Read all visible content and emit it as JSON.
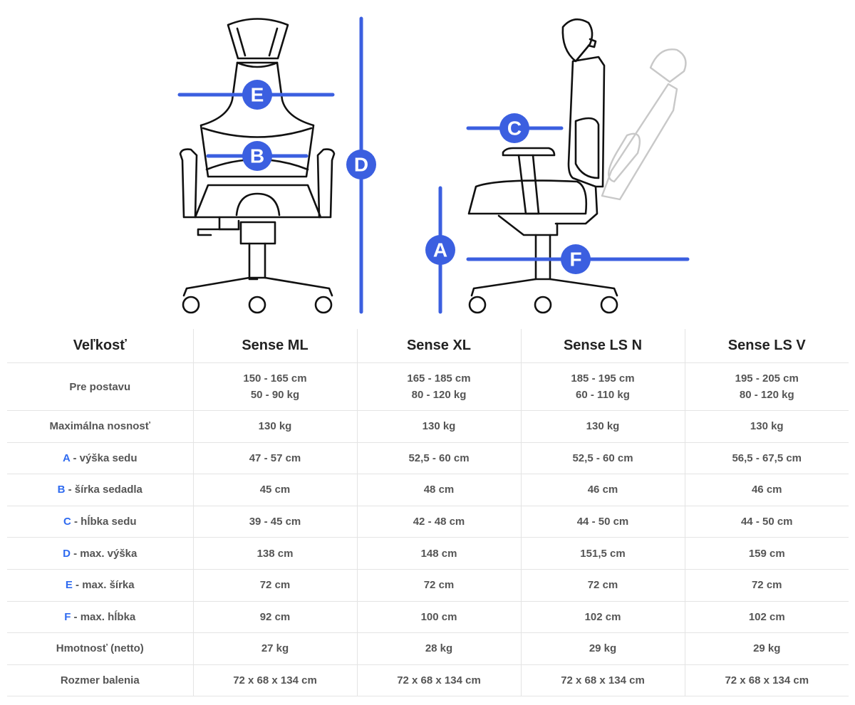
{
  "diagram": {
    "accent_color": "#3b5fe0",
    "badges": [
      "E",
      "B",
      "D",
      "C",
      "A",
      "F"
    ]
  },
  "table": {
    "header": [
      "Veľkosť",
      "Sense ML",
      "Sense XL",
      "Sense LS N",
      "Sense LS V"
    ],
    "rows": [
      {
        "letter": "",
        "label": "Pre postavu",
        "values": [
          [
            "150 - 165 cm",
            "50 - 90 kg"
          ],
          [
            "165 - 185 cm",
            "80 - 120 kg"
          ],
          [
            "185 - 195 cm",
            "60 - 110 kg"
          ],
          [
            "195 - 205 cm",
            "80 - 120 kg"
          ]
        ]
      },
      {
        "letter": "",
        "label": "Maximálna nosnosť",
        "values": [
          "130 kg",
          "130 kg",
          "130 kg",
          "130 kg"
        ]
      },
      {
        "letter": "A",
        "label": " - výška sedu",
        "values": [
          "47 - 57 cm",
          "52,5 - 60 cm",
          "52,5 - 60 cm",
          "56,5 - 67,5 cm"
        ]
      },
      {
        "letter": "B",
        "label": " - šírka sedadla",
        "values": [
          "45 cm",
          "48 cm",
          "46 cm",
          "46 cm"
        ]
      },
      {
        "letter": "C",
        "label": " - hĺbka sedu",
        "values": [
          "39 - 45 cm",
          "42 - 48 cm",
          "44 - 50 cm",
          "44 - 50 cm"
        ]
      },
      {
        "letter": "D",
        "label": " - max. výška",
        "values": [
          "138 cm",
          "148 cm",
          "151,5 cm",
          "159 cm"
        ]
      },
      {
        "letter": "E",
        "label": " - max. šírka",
        "values": [
          "72 cm",
          "72 cm",
          "72 cm",
          "72 cm"
        ]
      },
      {
        "letter": "F",
        "label": " - max. hĺbka",
        "values": [
          "92 cm",
          "100 cm",
          "102 cm",
          "102 cm"
        ]
      },
      {
        "letter": "",
        "label": "Hmotnosť (netto)",
        "values": [
          "27 kg",
          "28 kg",
          "29 kg",
          "29 kg"
        ]
      },
      {
        "letter": "",
        "label": "Rozmer balenia",
        "values": [
          "72 x 68 x 134 cm",
          "72 x 68 x 134 cm",
          "72 x 68 x 134 cm",
          "72 x 68 x 134 cm"
        ]
      }
    ],
    "letter_color": "#2f6bf0",
    "text_color": "#555555"
  }
}
